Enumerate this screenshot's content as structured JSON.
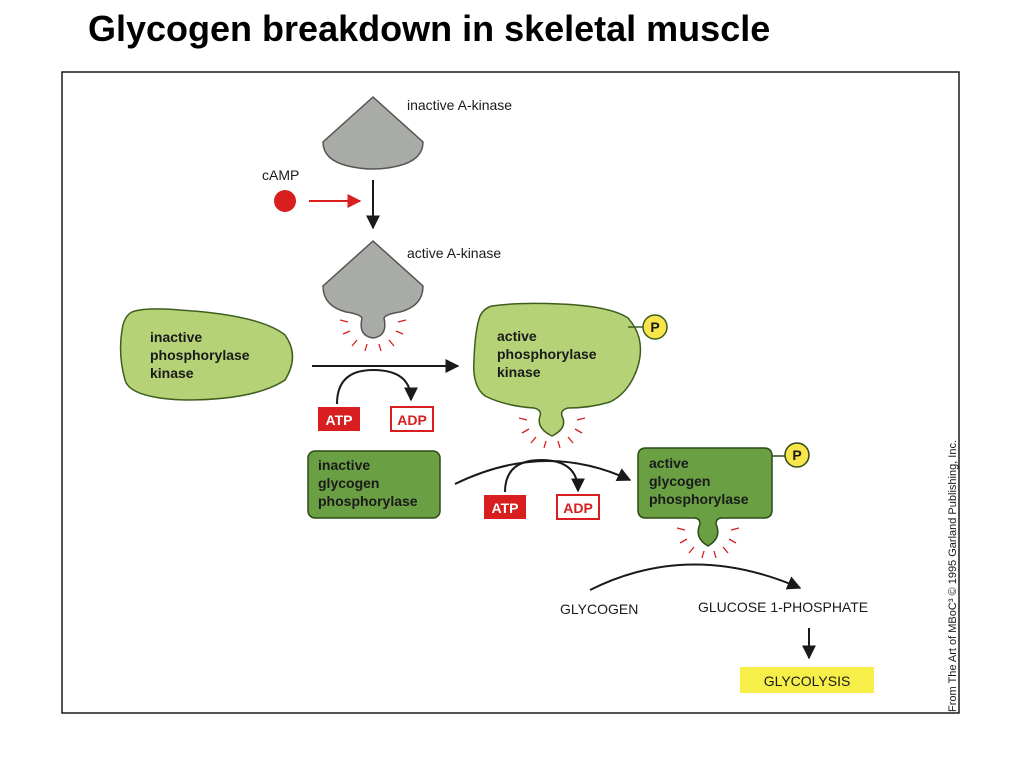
{
  "title": "Glycogen breakdown in skeletal muscle",
  "colors": {
    "kinase_gray": "#a9aba6",
    "light_green": "#b5d276",
    "dark_green": "#6aa043",
    "camp_red": "#d81e1e",
    "atp_red": "#d81e1e",
    "phosphate_yellow": "#f7e54a",
    "glycolysis_yellow": "#f6ef4a"
  },
  "icons": {
    "camp": "red-circle-icon",
    "phosphate": "phosphate-circle-icon"
  },
  "labels": {
    "inactive_a_kinase": "inactive A-kinase",
    "camp": "cAMP",
    "active_a_kinase": "active A-kinase",
    "inactive_phk": [
      "inactive",
      "phosphorylase",
      "kinase"
    ],
    "active_phk": [
      "active",
      "phosphorylase",
      "kinase"
    ],
    "inactive_gp": [
      "inactive",
      "glycogen",
      "phosphorylase"
    ],
    "active_gp": [
      "active",
      "glycogen",
      "phosphorylase"
    ],
    "p": "P",
    "atp": "ATP",
    "adp": "ADP",
    "glycogen": "GLYCOGEN",
    "glucose_1_phosphate": "GLUCOSE 1-PHOSPHATE",
    "glycolysis": "GLYCOLYSIS",
    "credit": "From The Art of MBoC³ © 1995 Garland Publishing, Inc."
  }
}
